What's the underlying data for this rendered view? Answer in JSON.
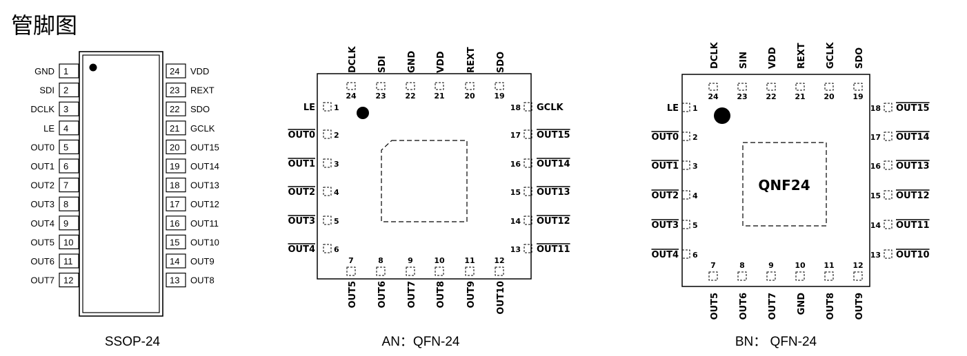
{
  "title": "管脚图",
  "ssop": {
    "caption": "SSOP-24",
    "left_pins": [
      {
        "num": "1",
        "name": "GND"
      },
      {
        "num": "2",
        "name": "SDI"
      },
      {
        "num": "3",
        "name": "DCLK"
      },
      {
        "num": "4",
        "name": "LE"
      },
      {
        "num": "5",
        "name": "OUT0"
      },
      {
        "num": "6",
        "name": "OUT1"
      },
      {
        "num": "7",
        "name": "OUT2"
      },
      {
        "num": "8",
        "name": "OUT3"
      },
      {
        "num": "9",
        "name": "OUT4"
      },
      {
        "num": "10",
        "name": "OUT5"
      },
      {
        "num": "11",
        "name": "OUT6"
      },
      {
        "num": "12",
        "name": "OUT7"
      }
    ],
    "right_pins": [
      {
        "num": "24",
        "name": "VDD"
      },
      {
        "num": "23",
        "name": "REXT"
      },
      {
        "num": "22",
        "name": "SDO"
      },
      {
        "num": "21",
        "name": "GCLK"
      },
      {
        "num": "20",
        "name": "OUT15"
      },
      {
        "num": "19",
        "name": "OUT14"
      },
      {
        "num": "18",
        "name": "OUT13"
      },
      {
        "num": "17",
        "name": "OUT12"
      },
      {
        "num": "16",
        "name": "OUT11"
      },
      {
        "num": "15",
        "name": "OUT10"
      },
      {
        "num": "14",
        "name": "OUT9"
      },
      {
        "num": "13",
        "name": "OUT8"
      }
    ]
  },
  "an": {
    "caption": "AN：QFN-24",
    "top_pins": [
      {
        "num": "24",
        "name": "DCLK",
        "bar": false
      },
      {
        "num": "23",
        "name": "SDI",
        "bar": false
      },
      {
        "num": "22",
        "name": "GND",
        "bar": false
      },
      {
        "num": "21",
        "name": "VDD",
        "bar": false
      },
      {
        "num": "20",
        "name": "REXT",
        "bar": false
      },
      {
        "num": "19",
        "name": "SDO",
        "bar": false
      }
    ],
    "left_pins": [
      {
        "num": "1",
        "name": "LE",
        "bar": false
      },
      {
        "num": "2",
        "name": "OUT0",
        "bar": true
      },
      {
        "num": "3",
        "name": "OUT1",
        "bar": true
      },
      {
        "num": "4",
        "name": "OUT2",
        "bar": true
      },
      {
        "num": "5",
        "name": "OUT3",
        "bar": true
      },
      {
        "num": "6",
        "name": "OUT4",
        "bar": true
      }
    ],
    "right_pins": [
      {
        "num": "18",
        "name": "GCLK",
        "bar": false
      },
      {
        "num": "17",
        "name": "OUT15",
        "bar": true
      },
      {
        "num": "16",
        "name": "OUT14",
        "bar": true
      },
      {
        "num": "15",
        "name": "OUT13",
        "bar": true
      },
      {
        "num": "14",
        "name": "OUT12",
        "bar": true
      },
      {
        "num": "13",
        "name": "OUT11",
        "bar": true
      }
    ],
    "bottom_pins": [
      {
        "num": "7",
        "name": "OUT5",
        "bar": true
      },
      {
        "num": "8",
        "name": "OUT6",
        "bar": true
      },
      {
        "num": "9",
        "name": "OUT7",
        "bar": true
      },
      {
        "num": "10",
        "name": "OUT8",
        "bar": true
      },
      {
        "num": "11",
        "name": "OUT9",
        "bar": true
      },
      {
        "num": "12",
        "name": "OUT10",
        "bar": true
      }
    ]
  },
  "bn": {
    "caption": "BN：  QFN-24",
    "center_label": "QNF24",
    "top_pins": [
      {
        "num": "24",
        "name": "DCLK",
        "bar": false
      },
      {
        "num": "23",
        "name": "SIN",
        "bar": false
      },
      {
        "num": "22",
        "name": "VDD",
        "bar": false
      },
      {
        "num": "21",
        "name": "REXT",
        "bar": false
      },
      {
        "num": "20",
        "name": "GCLK",
        "bar": false
      },
      {
        "num": "19",
        "name": "SDO",
        "bar": false
      }
    ],
    "left_pins": [
      {
        "num": "1",
        "name": "LE",
        "bar": false
      },
      {
        "num": "2",
        "name": "OUT0",
        "bar": true
      },
      {
        "num": "3",
        "name": "OUT1",
        "bar": true
      },
      {
        "num": "4",
        "name": "OUT2",
        "bar": true
      },
      {
        "num": "5",
        "name": "OUT3",
        "bar": true
      },
      {
        "num": "6",
        "name": "OUT4",
        "bar": true
      }
    ],
    "right_pins": [
      {
        "num": "18",
        "name": "OUT15",
        "bar": true
      },
      {
        "num": "17",
        "name": "OUT14",
        "bar": true
      },
      {
        "num": "16",
        "name": "OUT13",
        "bar": true
      },
      {
        "num": "15",
        "name": "OUT12",
        "bar": true
      },
      {
        "num": "14",
        "name": "OUT11",
        "bar": true
      },
      {
        "num": "13",
        "name": "OUT10",
        "bar": true
      }
    ],
    "bottom_pins": [
      {
        "num": "7",
        "name": "OUT5",
        "bar": true
      },
      {
        "num": "8",
        "name": "OUT6",
        "bar": true
      },
      {
        "num": "9",
        "name": "OUT7",
        "bar": true
      },
      {
        "num": "10",
        "name": "GND",
        "bar": false
      },
      {
        "num": "11",
        "name": "OUT8",
        "bar": true
      },
      {
        "num": "12",
        "name": "OUT9",
        "bar": true
      }
    ]
  }
}
